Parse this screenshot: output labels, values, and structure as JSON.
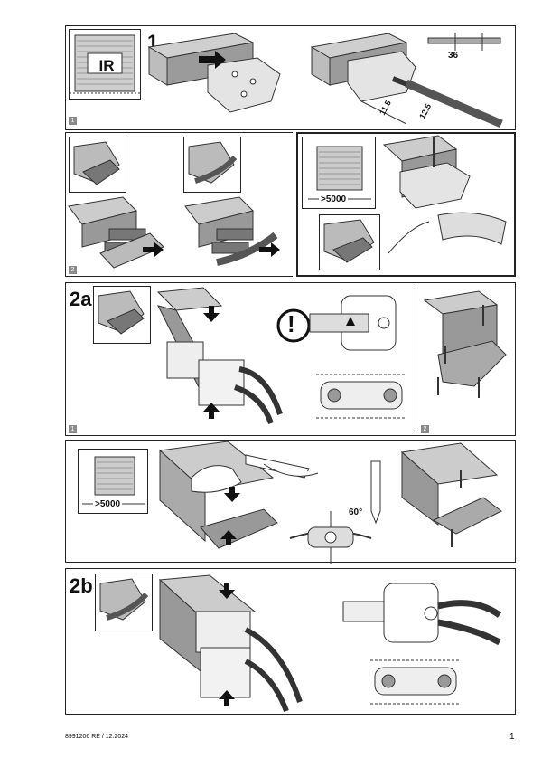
{
  "steps": {
    "s1": "1",
    "s2a": "2a",
    "s2b": "2b"
  },
  "substeps": {
    "a1": "1",
    "a2": "2",
    "b1": "1",
    "b2": "2"
  },
  "badge": "IR",
  "dims": {
    "d36": "36",
    "d11_5": "11.5",
    "d12_5": "12.5",
    "d5000_a": ">5000",
    "d5000_b": ">5000",
    "angle": "60°",
    "warning": "!"
  },
  "footer": {
    "code": "8991206  RE / 12.2024",
    "page": "1"
  },
  "icons": [
    "roller-door-icon",
    "warning-icon",
    "screw-icon",
    "arrow-icon",
    "pliers-icon",
    "hammer-icon",
    "pencil-icon"
  ]
}
